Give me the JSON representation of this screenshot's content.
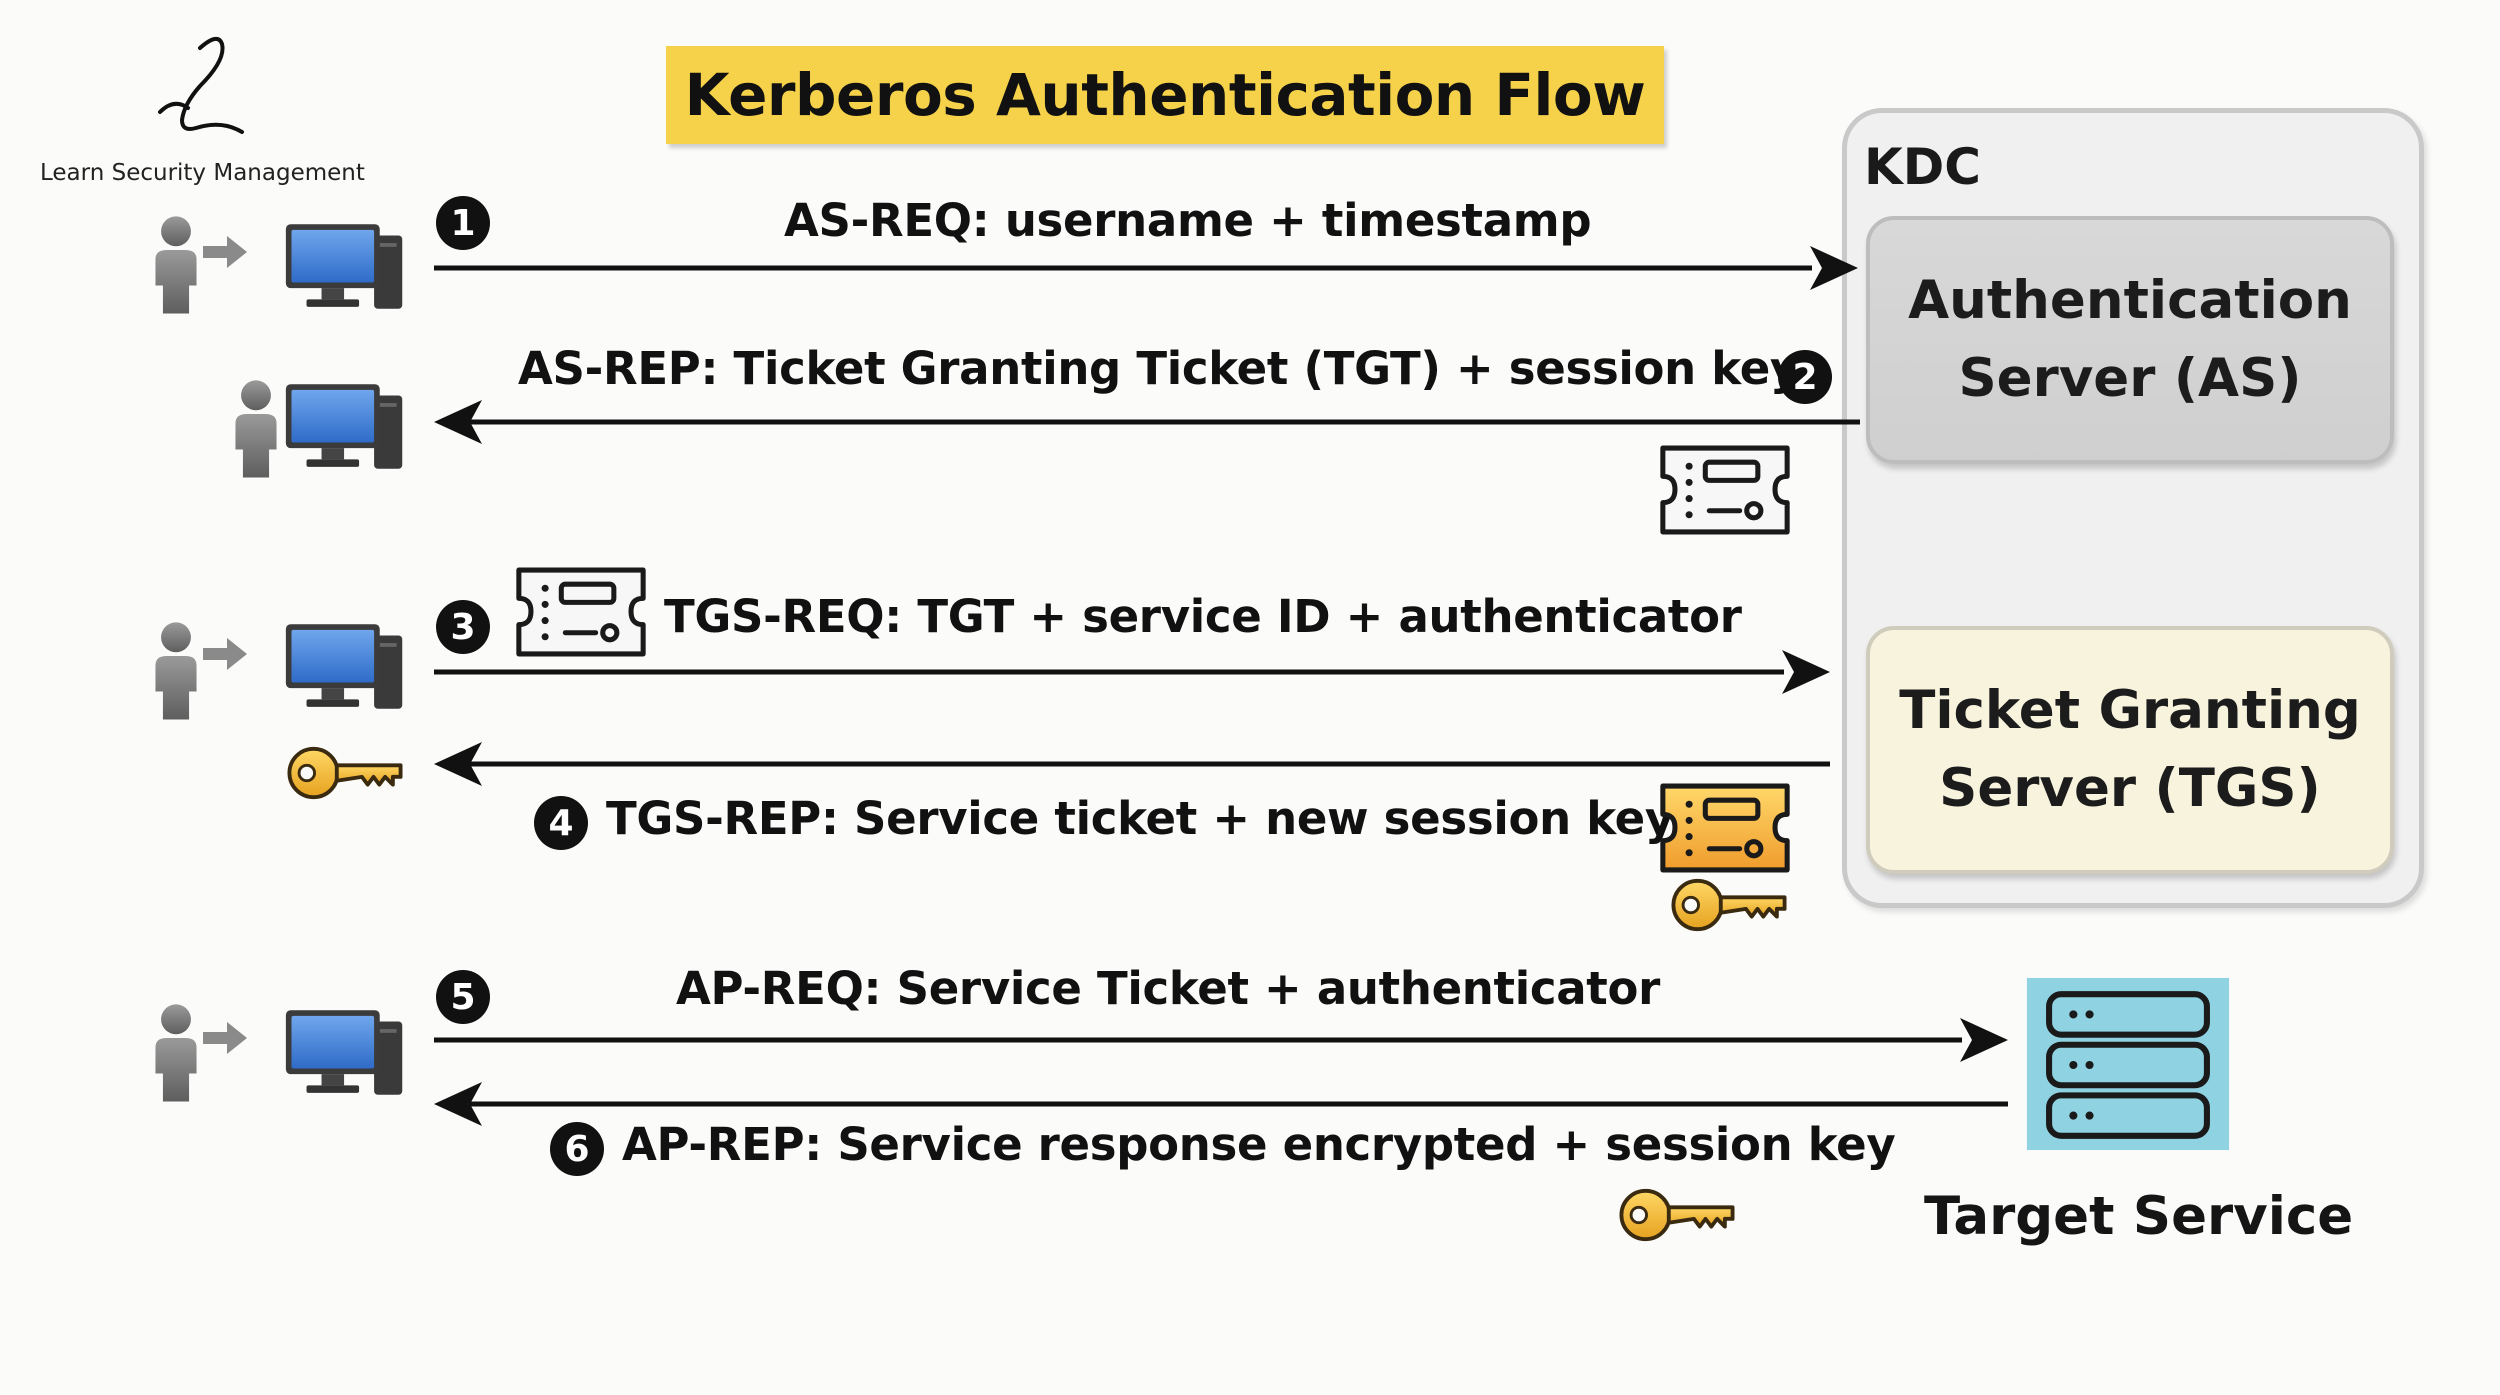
{
  "logo": {
    "text": "Learn Security Management"
  },
  "title": "Kerberos Authentication Flow",
  "kdc": {
    "label": "KDC",
    "as": {
      "line1": "Authentication",
      "line2": "Server (AS)"
    },
    "tgs": {
      "line1": "Ticket Granting",
      "line2": "Server (TGS)"
    }
  },
  "target": {
    "label": "Target Service"
  },
  "steps": [
    {
      "num": "1",
      "text": "AS-REQ: username + timestamp"
    },
    {
      "num": "2",
      "text": "AS-REP: Ticket Granting Ticket (TGT) + session key"
    },
    {
      "num": "3",
      "text": "TGS-REQ: TGT + service ID + authenticator"
    },
    {
      "num": "4",
      "text": "TGS-REP: Service ticket + new session key"
    },
    {
      "num": "5",
      "text": "AP-REQ: Service Ticket + authenticator"
    },
    {
      "num": "6",
      "text": "AP-REP: Service response encrypted + session key"
    }
  ],
  "colors": {
    "title_bg": "#f6d24a",
    "kdc_bg": "#f0f0f0",
    "as_bg": "#d4d4d4",
    "tgs_bg": "#f8f3dd",
    "target_bg": "#8fd3e3",
    "key": "#f2b62e",
    "monitor": "#4a86d8",
    "person": "#777777"
  },
  "icons": [
    "user-icon",
    "arrow-right-icon",
    "computer-icon",
    "ticket-icon",
    "key-icon",
    "server-icon"
  ]
}
